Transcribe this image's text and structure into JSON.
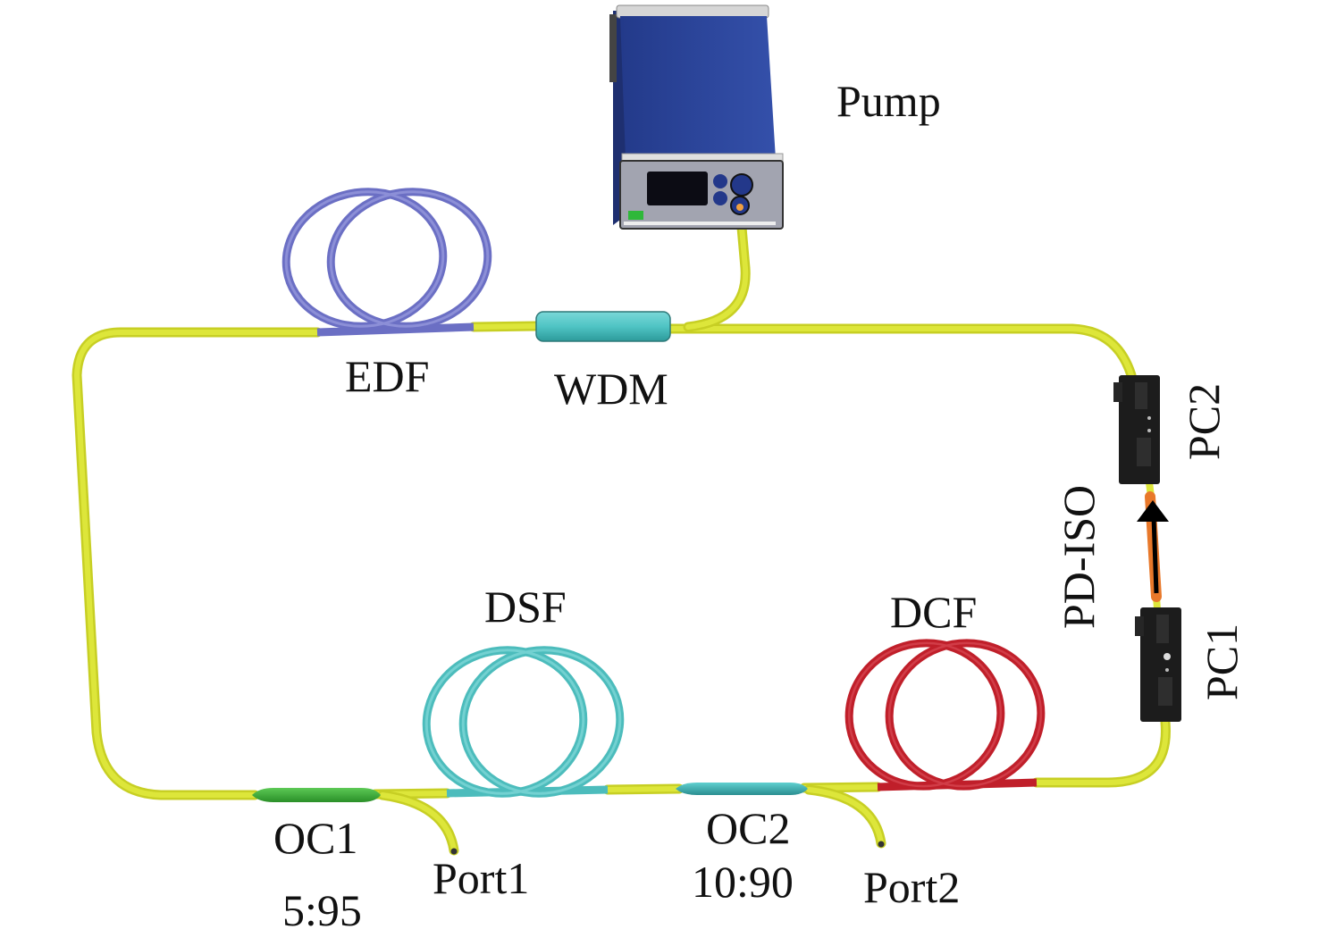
{
  "diagram": {
    "title": "Fiber ring laser setup",
    "components": {
      "pump": {
        "label": "Pump"
      },
      "edf": {
        "label": "EDF"
      },
      "wdm": {
        "label": "WDM"
      },
      "pc2": {
        "label": "PC2"
      },
      "pd_iso": {
        "label": "PD-ISO"
      },
      "pc1": {
        "label": "PC1"
      },
      "dsf": {
        "label": "DSF"
      },
      "dcf": {
        "label": "DCF"
      },
      "oc1": {
        "label": "OC1",
        "ratio": "5:95"
      },
      "oc2": {
        "label": "OC2",
        "ratio": "10:90"
      },
      "port1": {
        "label": "Port1"
      },
      "port2": {
        "label": "Port2"
      }
    },
    "colors": {
      "fiber": "#d8e030",
      "edf": "#7b7fd0",
      "dsf": "#4ec3c3",
      "dcf": "#c8202a",
      "wdm": "#55c8c8",
      "oc1": "#3fb83a",
      "oc2": "#3fb8b8",
      "pump_body": "#2e47a0",
      "pump_panel": "#9a9ca8",
      "isolator": "#f08a28",
      "controller": "#1a1a1a"
    }
  }
}
